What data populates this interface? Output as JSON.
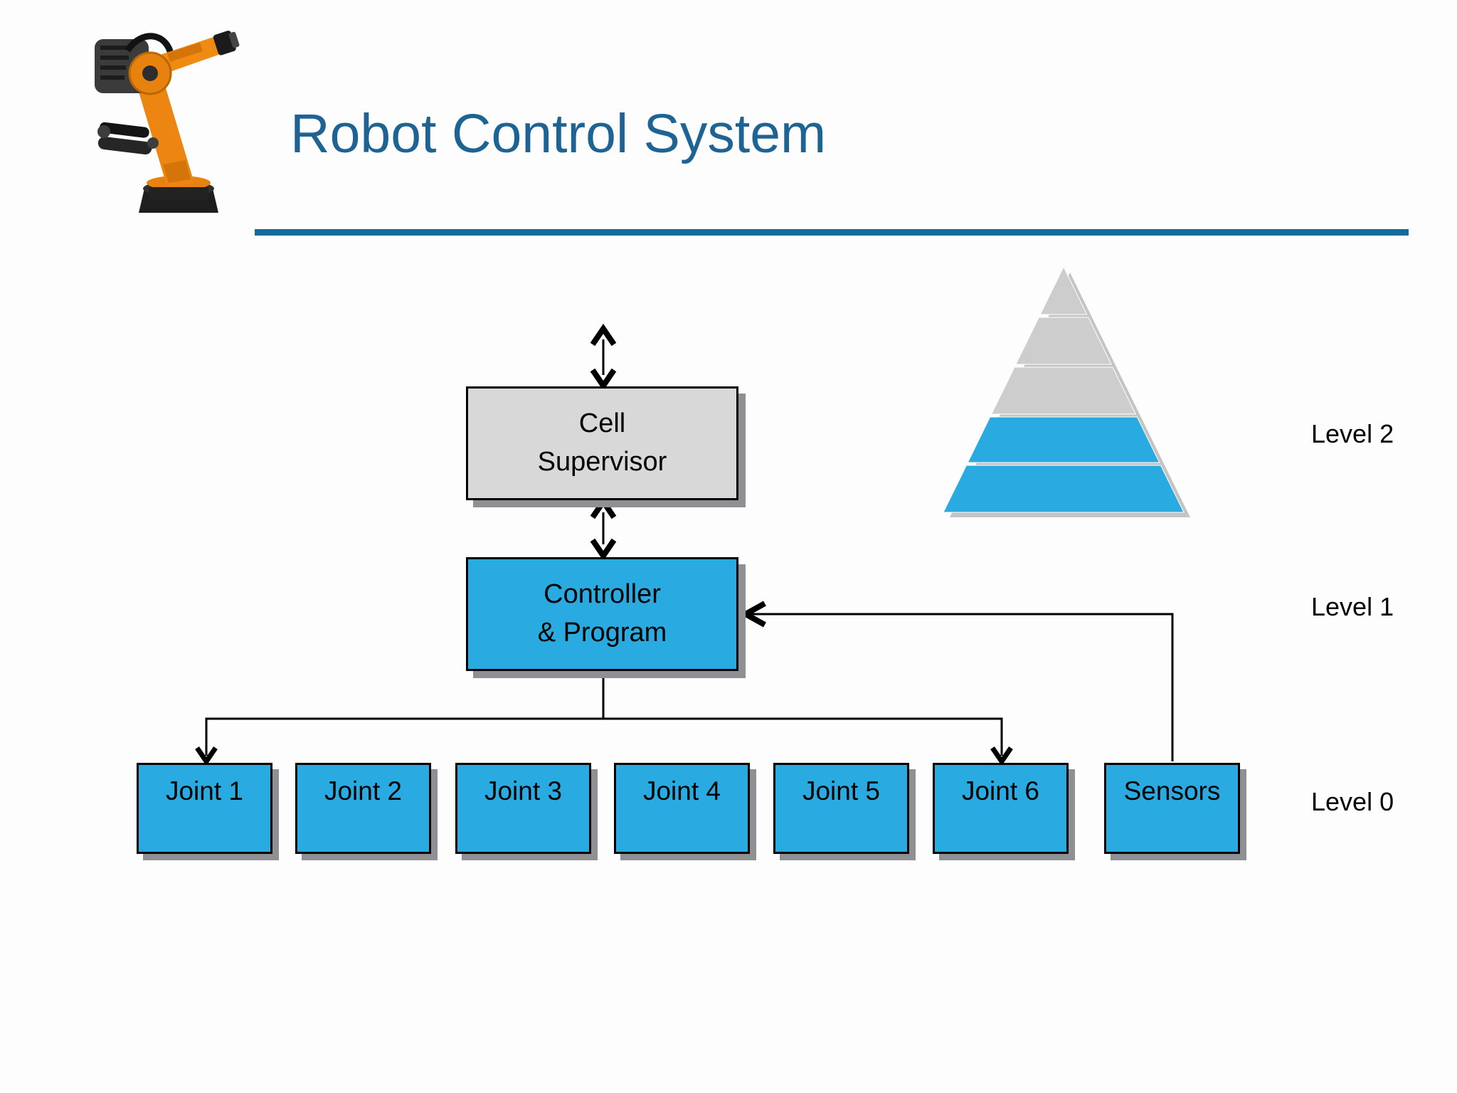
{
  "title": "Robot Control System",
  "colors": {
    "accent": "#1d6394",
    "rule": "#16699b",
    "cyan": "#29abe2",
    "box_gray": "#d8d8d8",
    "pyramid_gray": "#cdcdcd",
    "shadow": "#8e9094",
    "line": "#000000",
    "robot_orange": "#ec8511"
  },
  "boxes": {
    "cell_supervisor": {
      "line1": "Cell",
      "line2": "Supervisor"
    },
    "controller": {
      "line1": "Controller",
      "line2": "& Program"
    }
  },
  "bottom_row": [
    "Joint 1",
    "Joint 2",
    "Joint 3",
    "Joint 4",
    "Joint 5",
    "Joint 6",
    "Sensors"
  ],
  "levels": [
    "Level 2",
    "Level 1",
    "Level 0"
  ],
  "pyramid": {
    "layers": [
      "pyramid_gray",
      "pyramid_gray",
      "pyramid_gray",
      "cyan",
      "cyan"
    ]
  },
  "connections": [
    {
      "from": "above",
      "to": "cell_supervisor",
      "type": "bidirectional-arrow"
    },
    {
      "from": "cell_supervisor",
      "to": "controller",
      "type": "bidirectional-arrow"
    },
    {
      "from": "controller",
      "to": "joint_row",
      "type": "arrow-down"
    },
    {
      "from": "sensors",
      "to": "controller",
      "type": "arrow-left-feedback"
    }
  ]
}
